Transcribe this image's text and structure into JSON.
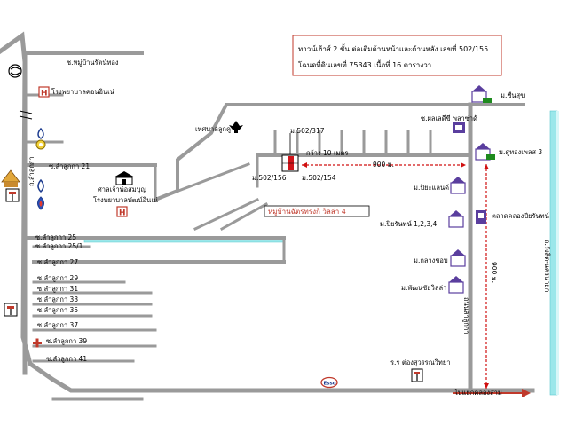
{
  "title": {
    "line1": "ทาวน์เฮ้าส์ 2 ชั้น ต่อเติมด้านหน้าและด้านหลัง เลขที่ 502/155",
    "line2": "โฉนดที่ดินเลขที่ 75343 เนื้อที่ 16 ตารางวา"
  },
  "roads": {
    "lat_left": "ถ.ลำลูกกา",
    "lat_right": "ถ.ลำลูกกา",
    "rangsit": "ถ.รังสิต-นครนายก",
    "lamlukka_road": "ถนนลำลูกกา"
  },
  "sois": {
    "village": "ซ.หมู่บ้านรัตน์ทอง",
    "s21": "ซ.ลำลูกกา 21",
    "s25": "ซ.ลำลูกกา 25",
    "s25_1": "ซ.ลำลูกกา 25/1",
    "s27": "ซ.ลำลูกกา 27",
    "s29": "ซ.ลำลูกกา 29",
    "s31": "ซ.ลำลูกกา 31",
    "s33": "ซ.ลำลูกกา 33",
    "s35": "ซ.ลำลูกกา 35",
    "s37": "ซ.ลำลูกกา 37",
    "s39": "ซ.ลำลูกกา 39",
    "s41": "ซ.ลำลูกกา 41"
  },
  "places": {
    "hotel": "โรงพยาบาลคอนอินเน่",
    "king": "เทศบาลลูกคู",
    "shrine": "ศาลเจ้าพ่อสมบุญ",
    "hospital": "โรงพยาบาลพัฒน์อินเน่",
    "village": "หมู่บ้านฉัตรทรงกิ วิลล่า 4",
    "m_chuensuk": "ม.ชื่นสุข",
    "m_school": "ซ.ผลเลดีขี พลาซ่าด้",
    "m_moohong3": "ม.ดู่ทองเพลส 3",
    "m_pitcha": "ม.ปิยะแลนด์",
    "m_piyanan": "ม.ปิยรันทน์ 1,2,3,4",
    "m_klang": "ม.กลางชอบ",
    "m_pattana": "ม.พัฒนชัยวิลล่า",
    "market": "ตลาดคลองปียรันทน์",
    "police": "ร.ร ต่องสุวรรณวิทยา",
    "bottom_road": "ไปแยกคลองสาม",
    "esso": "Esso"
  },
  "labels": {
    "house_no": "ม.502/317",
    "width": "กว้าง 10 เมตร",
    "left_no": "ม.502/156",
    "right_no": "ม.502/154",
    "dist_h": "900 ม.",
    "dist_v": "900 ม."
  },
  "colors": {
    "road": "#9a9a9a",
    "canal": "#9be7ea",
    "title_border": "#c0392b",
    "dist": "#d01010",
    "house": "#d0151b",
    "icon_purple": "#5a3e9e",
    "icon_green": "#1e8a1e",
    "hospital": "#c0392b"
  }
}
